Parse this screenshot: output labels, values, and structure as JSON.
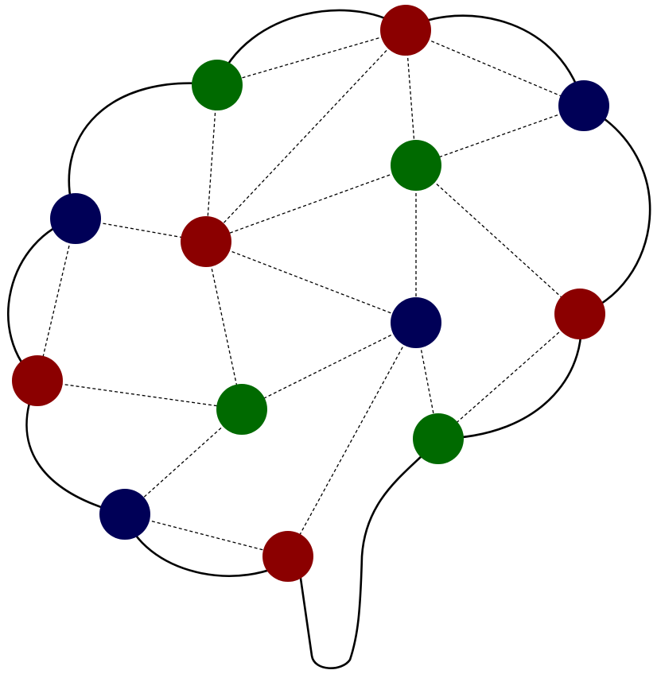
{
  "diagram": {
    "colors": {
      "red": "#8b0000",
      "green": "#006a00",
      "blue": "#000057",
      "outline": "#000000",
      "edge": "#000000"
    },
    "nodes": [
      {
        "id": "n1",
        "color": "red"
      },
      {
        "id": "n2",
        "color": "green"
      },
      {
        "id": "n3",
        "color": "blue"
      },
      {
        "id": "n4",
        "color": "green"
      },
      {
        "id": "n5",
        "color": "blue"
      },
      {
        "id": "n6",
        "color": "red"
      },
      {
        "id": "n7",
        "color": "blue"
      },
      {
        "id": "n8",
        "color": "red"
      },
      {
        "id": "n9",
        "color": "red"
      },
      {
        "id": "n10",
        "color": "green"
      },
      {
        "id": "n11",
        "color": "green"
      },
      {
        "id": "n12",
        "color": "blue"
      },
      {
        "id": "n13",
        "color": "red"
      }
    ],
    "edges": [
      [
        "n1",
        "n2"
      ],
      [
        "n1",
        "n3"
      ],
      [
        "n1",
        "n4"
      ],
      [
        "n1",
        "n6"
      ],
      [
        "n2",
        "n6"
      ],
      [
        "n3",
        "n4"
      ],
      [
        "n4",
        "n6"
      ],
      [
        "n4",
        "n7"
      ],
      [
        "n4",
        "n8"
      ],
      [
        "n5",
        "n6"
      ],
      [
        "n5",
        "n9"
      ],
      [
        "n6",
        "n7"
      ],
      [
        "n6",
        "n10"
      ],
      [
        "n7",
        "n10"
      ],
      [
        "n7",
        "n11"
      ],
      [
        "n7",
        "n13"
      ],
      [
        "n8",
        "n11"
      ],
      [
        "n9",
        "n10"
      ],
      [
        "n10",
        "n12"
      ],
      [
        "n12",
        "n13"
      ]
    ]
  }
}
